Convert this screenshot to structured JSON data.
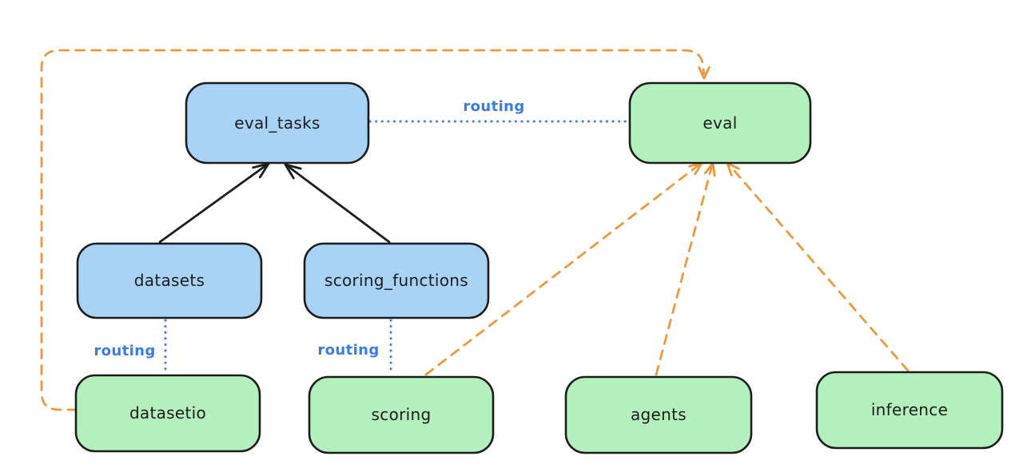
{
  "nodes": {
    "eval_tasks": {
      "label": "eval_tasks"
    },
    "eval": {
      "label": "eval"
    },
    "datasets": {
      "label": "datasets"
    },
    "scoring_functions": {
      "label": "scoring_functions"
    },
    "datasetio": {
      "label": "datasetio"
    },
    "scoring": {
      "label": "scoring"
    },
    "agents": {
      "label": "agents"
    },
    "inference": {
      "label": "inference"
    }
  },
  "edges": {
    "eval_tasks_to_eval": {
      "label": "routing"
    },
    "datasets_to_datasetio": {
      "label": "routing"
    },
    "scoring_functions_to_scoring": {
      "label": "routing"
    }
  },
  "colors": {
    "background": "#ffffff",
    "resource_fill": "#a8d3f6",
    "provider_fill": "#b4f0bd",
    "node_stroke": "#1c1c1c",
    "node_text": "#1c1c1c",
    "routing_blue": "#3b7dd8",
    "dependency_orange": "#eb963c",
    "relation_black": "#1c1c1c"
  }
}
